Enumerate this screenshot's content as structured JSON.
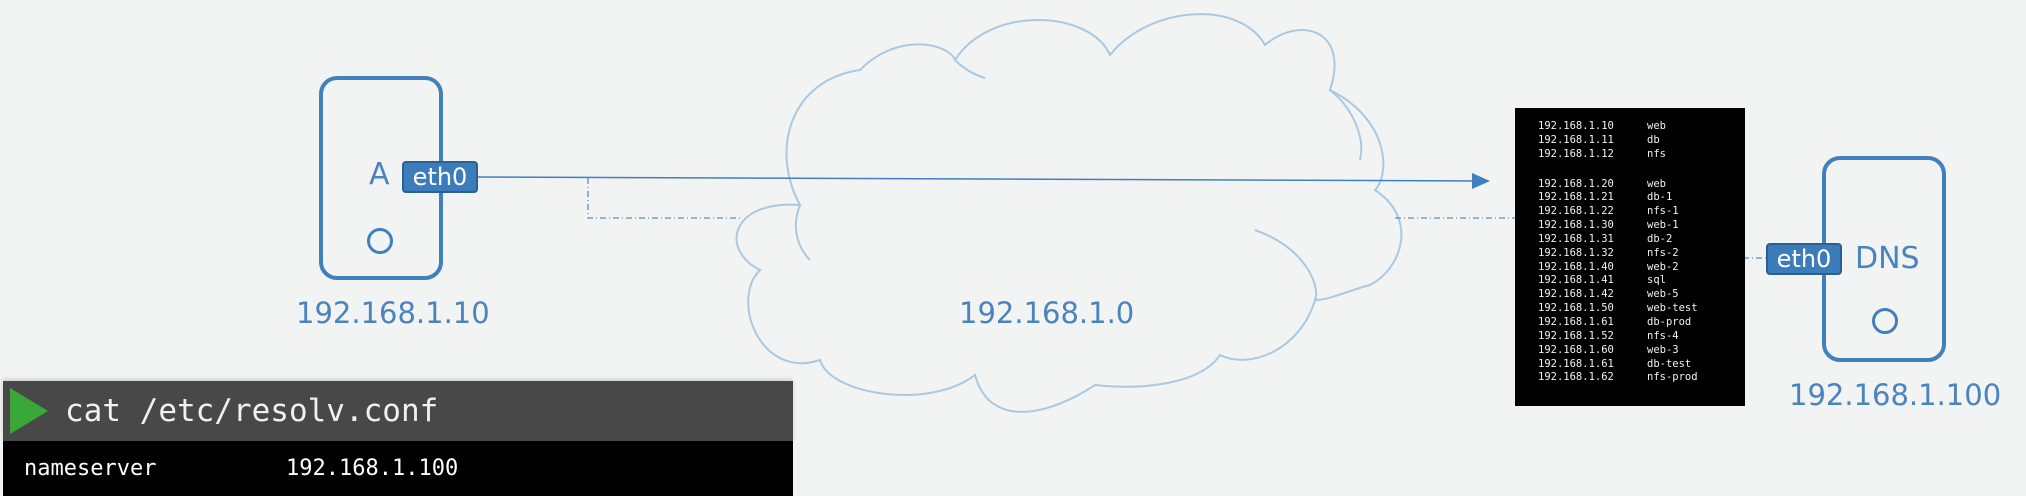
{
  "network": {
    "label": "192.168.1.0"
  },
  "host_a": {
    "name": "A",
    "interface": "eth0",
    "ip": "192.168.1.10"
  },
  "dns_server": {
    "name": "DNS",
    "interface": "eth0",
    "ip": "192.168.1.100"
  },
  "hosts_file": {
    "entries": [
      {
        "ip": "192.168.1.10",
        "name": "web"
      },
      {
        "ip": "192.168.1.11",
        "name": "db"
      },
      {
        "ip": "192.168.1.12",
        "name": "nfs"
      },
      {
        "ip": "192.168.1.20",
        "name": "web"
      },
      {
        "ip": "192.168.1.21",
        "name": "db-1"
      },
      {
        "ip": "192.168.1.22",
        "name": "nfs-1"
      },
      {
        "ip": "192.168.1.30",
        "name": "web-1"
      },
      {
        "ip": "192.168.1.31",
        "name": "db-2"
      },
      {
        "ip": "192.168.1.32",
        "name": "nfs-2"
      },
      {
        "ip": "192.168.1.40",
        "name": "web-2"
      },
      {
        "ip": "192.168.1.41",
        "name": "sql"
      },
      {
        "ip": "192.168.1.42",
        "name": "web-5"
      },
      {
        "ip": "192.168.1.50",
        "name": "web-test"
      },
      {
        "ip": "192.168.1.61",
        "name": "db-prod"
      },
      {
        "ip": "192.168.1.52",
        "name": "nfs-4"
      },
      {
        "ip": "192.168.1.60",
        "name": "web-3"
      },
      {
        "ip": "192.168.1.61",
        "name": "db-test"
      },
      {
        "ip": "192.168.1.62",
        "name": "nfs-prod"
      }
    ]
  },
  "terminal": {
    "command": "cat /etc/resolv.conf",
    "output_key": "nameserver",
    "output_value": "192.168.1.100"
  },
  "colors": {
    "accent": "#3f80bd",
    "cloud_stroke": "#9fc3df",
    "play": "#3aa836"
  }
}
